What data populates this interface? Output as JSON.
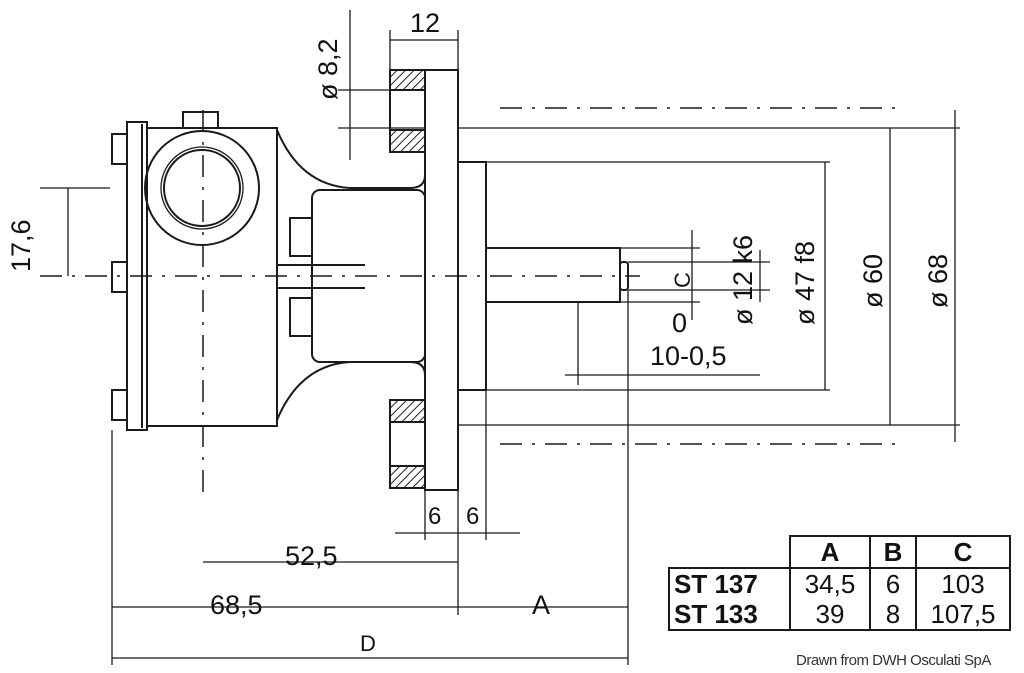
{
  "dimensions": {
    "flange_width": "12",
    "hole_diameter": "ø 8,2",
    "port_offset": "17,6",
    "shaft_diameter": "ø 12 k6",
    "shaft_c": "C",
    "zero": "0",
    "shaft_tol": "10-0,5",
    "pilot_diameter": "ø 47 f8",
    "bolt_circle": "ø 60",
    "flange_diameter": "ø 68",
    "six_left": "6",
    "six_right": "6",
    "d_52_5": "52,5",
    "d_68_5": "68,5",
    "dim_a": "A",
    "dim_d": "D"
  },
  "table": {
    "headers": [
      "A",
      "B",
      "C"
    ],
    "rows": [
      {
        "model": "ST 137",
        "A": "34,5",
        "B": "6",
        "C": "103"
      },
      {
        "model": "ST 133",
        "A": "39",
        "B": "8",
        "C": "107,5"
      }
    ]
  },
  "credit": "Drawn from DWH Osculati SpA"
}
